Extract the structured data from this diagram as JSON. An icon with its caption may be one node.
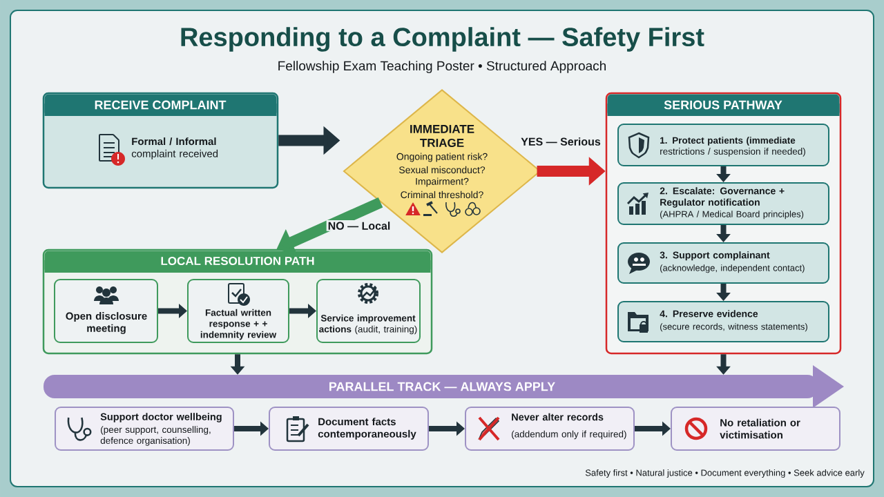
{
  "diagram": {
    "title": "Responding to a Complaint — Safety First",
    "nodes": [
      {
        "text": [
          "RECEIVE COMPLAINT",
          "**Formal / Informal** complaint received"
        ]
      },
      {
        "text": [
          "IMMEDIATE TRIAGE",
          "Ongoing patient risk?",
          "Sexual misconduct?",
          "Impairment?",
          "Criminal threshold?"
        ]
      },
      {
        "text": [
          "SERIOUS PATHWAY"
        ]
      },
      {
        "text": [
          "**1. Protect patients (immediate** restrictions / suspension if needed)"
        ],
        "in": 2
      },
      {
        "text": [
          "2. Escalate: Governance + Regulator notification",
          "(AHPRA / Medical Board principles)"
        ],
        "in": 2
      },
      {
        "text": [
          "3. Support complainant",
          "(acknowledge, independent contact)"
        ],
        "in": 2
      },
      {
        "text": [
          "4. Preserve evidence",
          "(secure records, witness statements)"
        ],
        "in": 2
      },
      {
        "text": [
          "LOCAL RESOLUTION PATH"
        ]
      },
      {
        "text": [
          "Open disclosure meeting"
        ],
        "in": 7
      },
      {
        "text": [
          "Factual written response + + indemnity review"
        ],
        "in": 7
      },
      {
        "text": [
          "**Service improvement actions** (audit, training)"
        ],
        "in": 7
      },
      {
        "text": [
          "PARALLEL TRACK — ALWAYS APPLY"
        ]
      },
      {
        "text": [
          "Support doctor wellbeing",
          "(peer support, counselling, defence organisation)"
        ]
      },
      {
        "text": [
          "Document facts contemporaneously"
        ]
      },
      {
        "text": [
          "Never alter records",
          "(addendum only if required)"
        ]
      },
      {
        "text": [
          "No retaliation or victimisation"
        ]
      }
    ],
    "edges": [
      {
        "from": 0,
        "to": 1,
        "arrow": "to",
        "style": "thick"
      },
      {
        "from": 1,
        "to": 2,
        "arrow": "to",
        "label": "YES — Serious",
        "style": "thick",
        "color": "#d62828"
      },
      {
        "from": 1,
        "to": 7,
        "arrow": "to",
        "label": "NO — Local",
        "style": "thick",
        "color": "#3f9a5c"
      },
      {
        "from": 3,
        "to": 4,
        "arrow": "to"
      },
      {
        "from": 4,
        "to": 5,
        "arrow": "to"
      },
      {
        "from": 5,
        "to": 6,
        "arrow": "to"
      },
      {
        "from": 8,
        "to": 9,
        "arrow": "to"
      },
      {
        "from": 9,
        "to": 10,
        "arrow": "to"
      },
      {
        "from": 7,
        "to": 11,
        "arrow": "to"
      },
      {
        "from": 2,
        "to": 11,
        "arrow": "to"
      },
      {
        "from": 12,
        "to": 13,
        "arrow": "to"
      },
      {
        "from": 13,
        "to": 14,
        "arrow": "to"
      },
      {
        "from": 14,
        "to": 15,
        "arrow": "to"
      }
    ],
    "labels": [
      "Fellowship Exam Teaching Poster • Structured Approach",
      "Safety first • Natural justice • Document everything • Seek advice early"
    ]
  }
}
